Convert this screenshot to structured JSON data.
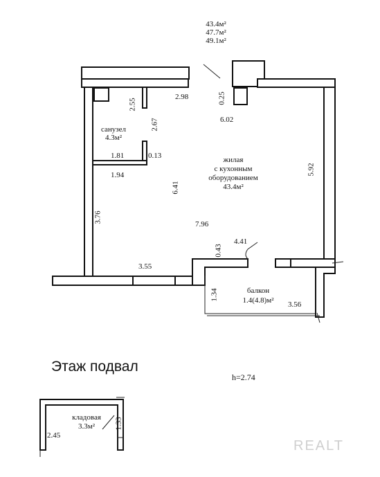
{
  "areas": {
    "living": "43.4м²",
    "total": "47.7м²",
    "with_balcony": "49.1м²"
  },
  "rooms": {
    "bathroom": {
      "name": "санузел",
      "area": "4.3м²"
    },
    "living": {
      "line1": "жилая",
      "line2": "с кухонным",
      "line3": "оборудованием",
      "area": "43.4м²"
    },
    "balcony": {
      "name": "балкон",
      "area": "1.4(4.8)м²"
    },
    "storage": {
      "name": "кладовая",
      "area": "3.3м²"
    }
  },
  "dimensions": {
    "d298": "2.98",
    "d255": "2.55",
    "d025": "0.25",
    "d267": "2.67",
    "d602": "6.02",
    "d181": "1.81",
    "d013": "0.13",
    "d194": "1.94",
    "d641": "6.41",
    "d592": "5.92",
    "d376": "3.76",
    "d796": "7.96",
    "d043": "0.43",
    "d441": "4.41",
    "d355": "3.55",
    "d134": "1.34",
    "d356": "3.56",
    "d245": "2.45",
    "d133": "1.33"
  },
  "basement": {
    "title": "Этаж подвал",
    "height": "h=2.74"
  },
  "watermark": "REALT",
  "colors": {
    "wall": "#111111",
    "line": "#222222",
    "watermark": "#cfcfcf"
  }
}
